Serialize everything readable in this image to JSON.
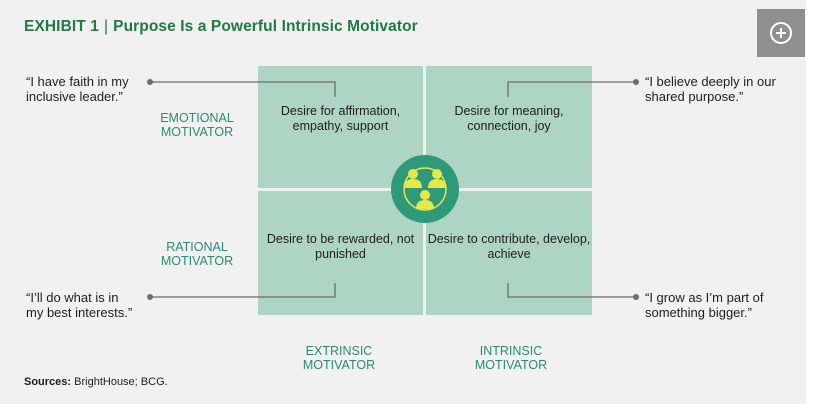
{
  "title": {
    "exhibit": "EXHIBIT 1",
    "separator": "|",
    "text": "Purpose Is a Powerful Intrinsic Motivator"
  },
  "expand_icon": "plus-circle-icon",
  "quadrants": {
    "top_left": "Desire for affirmation, empathy, support",
    "top_right": "Desire for meaning, connection, joy",
    "bottom_left": "Desire to be rewarded, not punished",
    "bottom_right": "Desire to contribute, develop, achieve"
  },
  "row_labels": {
    "emotional_1": "EMOTIONAL",
    "emotional_2": "MOTIVATOR",
    "rational_1": "RATIONAL",
    "rational_2": "MOTIVATOR"
  },
  "col_labels": {
    "extrinsic_1": "EXTRINSIC",
    "extrinsic_2": "MOTIVATOR",
    "intrinsic_1": "INTRINSIC",
    "intrinsic_2": "MOTIVATOR"
  },
  "quotes": {
    "top_left_1": "“I have faith in my",
    "top_left_2": "inclusive leader.”",
    "top_right_1": "“I believe deeply in our",
    "top_right_2": "shared purpose.”",
    "bottom_left_1": "“I’ll do what is in",
    "bottom_left_2": "my best interests.”",
    "bottom_right_1": "“I grow as I’m part of",
    "bottom_right_2": "something bigger.”"
  },
  "center_icon": "people-network-icon",
  "sources": {
    "label": "Sources:",
    "text": "BrightHouse; BCG."
  },
  "colors": {
    "title_green": "#1f7a45",
    "quadrant_fill": "#aed5c4",
    "center_circle": "#2f9a7a",
    "people_icon": "#e6e84a",
    "axis_label": "#2a8a73"
  }
}
